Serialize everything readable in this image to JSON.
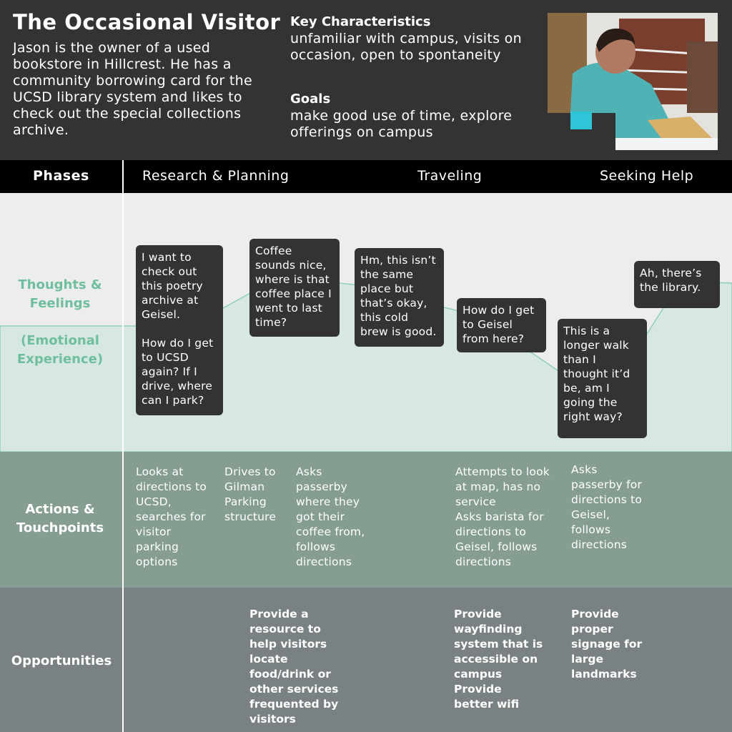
{
  "persona": {
    "title": "The Occasional Visitor",
    "bio": "Jason is the owner of a used bookstore in Hillcrest. He has a community borrowing card for the UCSD library system and likes to check out the special collections archive.",
    "characteristics_heading": "Key Characteristics",
    "characteristics": "unfamiliar with campus, visits on occasion, open to spontaneity",
    "goals_heading": "Goals",
    "goals": "make good use of time, explore offerings on campus"
  },
  "phases": {
    "label": "Phases",
    "items": [
      "Research & Planning",
      "Traveling",
      "Seeking Help"
    ]
  },
  "rows": {
    "thoughts": "Thoughts & Feelings",
    "emotional": "(Emotional Experience)",
    "actions": "Actions & Touchpoints",
    "opportunities": "Opportunities"
  },
  "thoughts": [
    "I want to check out this poetry archive at Geisel.\n\nHow do I get to UCSD again? If I drive, where can I park?",
    "Coffee sounds nice, where is that coffee place I went to last time?",
    "Hm, this isn’t the same place but that’s okay, this cold brew is good.",
    "How do I get to Geisel from here?",
    "This is a longer walk than I thought it’d be, am I going the right way?",
    "Ah, there’s the library."
  ],
  "actions": [
    "Looks at directions to UCSD, searches for visitor parking options",
    "Drives to Gilman Parking structure",
    "Asks passerby where they got their coffee from, follows directions",
    "Attempts to look at map, has no service\nAsks barista for directions to Geisel, follows directions",
    "Asks passerby for directions to Geisel, follows directions"
  ],
  "opportunities": [
    "Provide a resource to help visitors locate food/drink or other services frequented by visitors",
    "Provide wayfinding system that is accessible on campus\nProvide better wifi",
    "Provide proper signage for large landmarks"
  ],
  "colors": {
    "accent": "#6fbf9f",
    "curve_fill": "#d7e7e1",
    "actions_bg": "#869e92",
    "opps_bg": "#7a8182",
    "bubble": "#333333"
  }
}
